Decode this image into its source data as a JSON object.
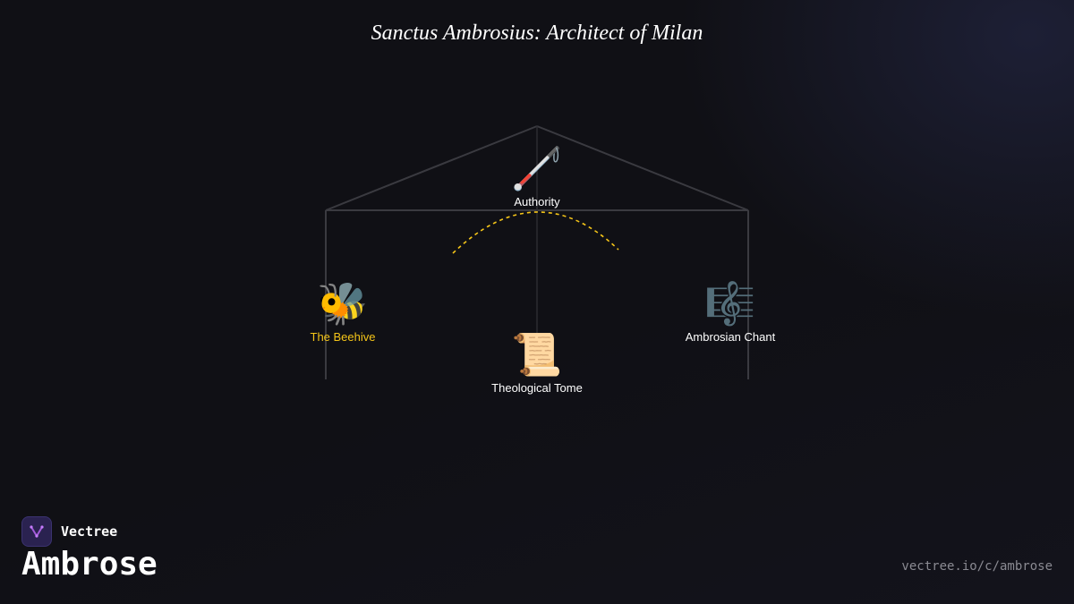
{
  "title": "Sanctus Ambrosius: Architect of Milan",
  "nodes": {
    "authority": {
      "icon": "🦯",
      "label": "Authority"
    },
    "beehive": {
      "icon": "🐝",
      "label": "The Beehive"
    },
    "tome": {
      "icon": "📜",
      "label": "Theological Tome"
    },
    "chant": {
      "icon": "🎼",
      "label": "Ambrosian Chant"
    }
  },
  "brand": {
    "name": "Vectree",
    "logo_icon": "vectree-logo-icon"
  },
  "subject": "Ambrose",
  "url": "vectree.io/c/ambrose",
  "colors": {
    "accent_gold": "#f5c518",
    "background": "#101015",
    "logo_bg": "#2a2250"
  }
}
